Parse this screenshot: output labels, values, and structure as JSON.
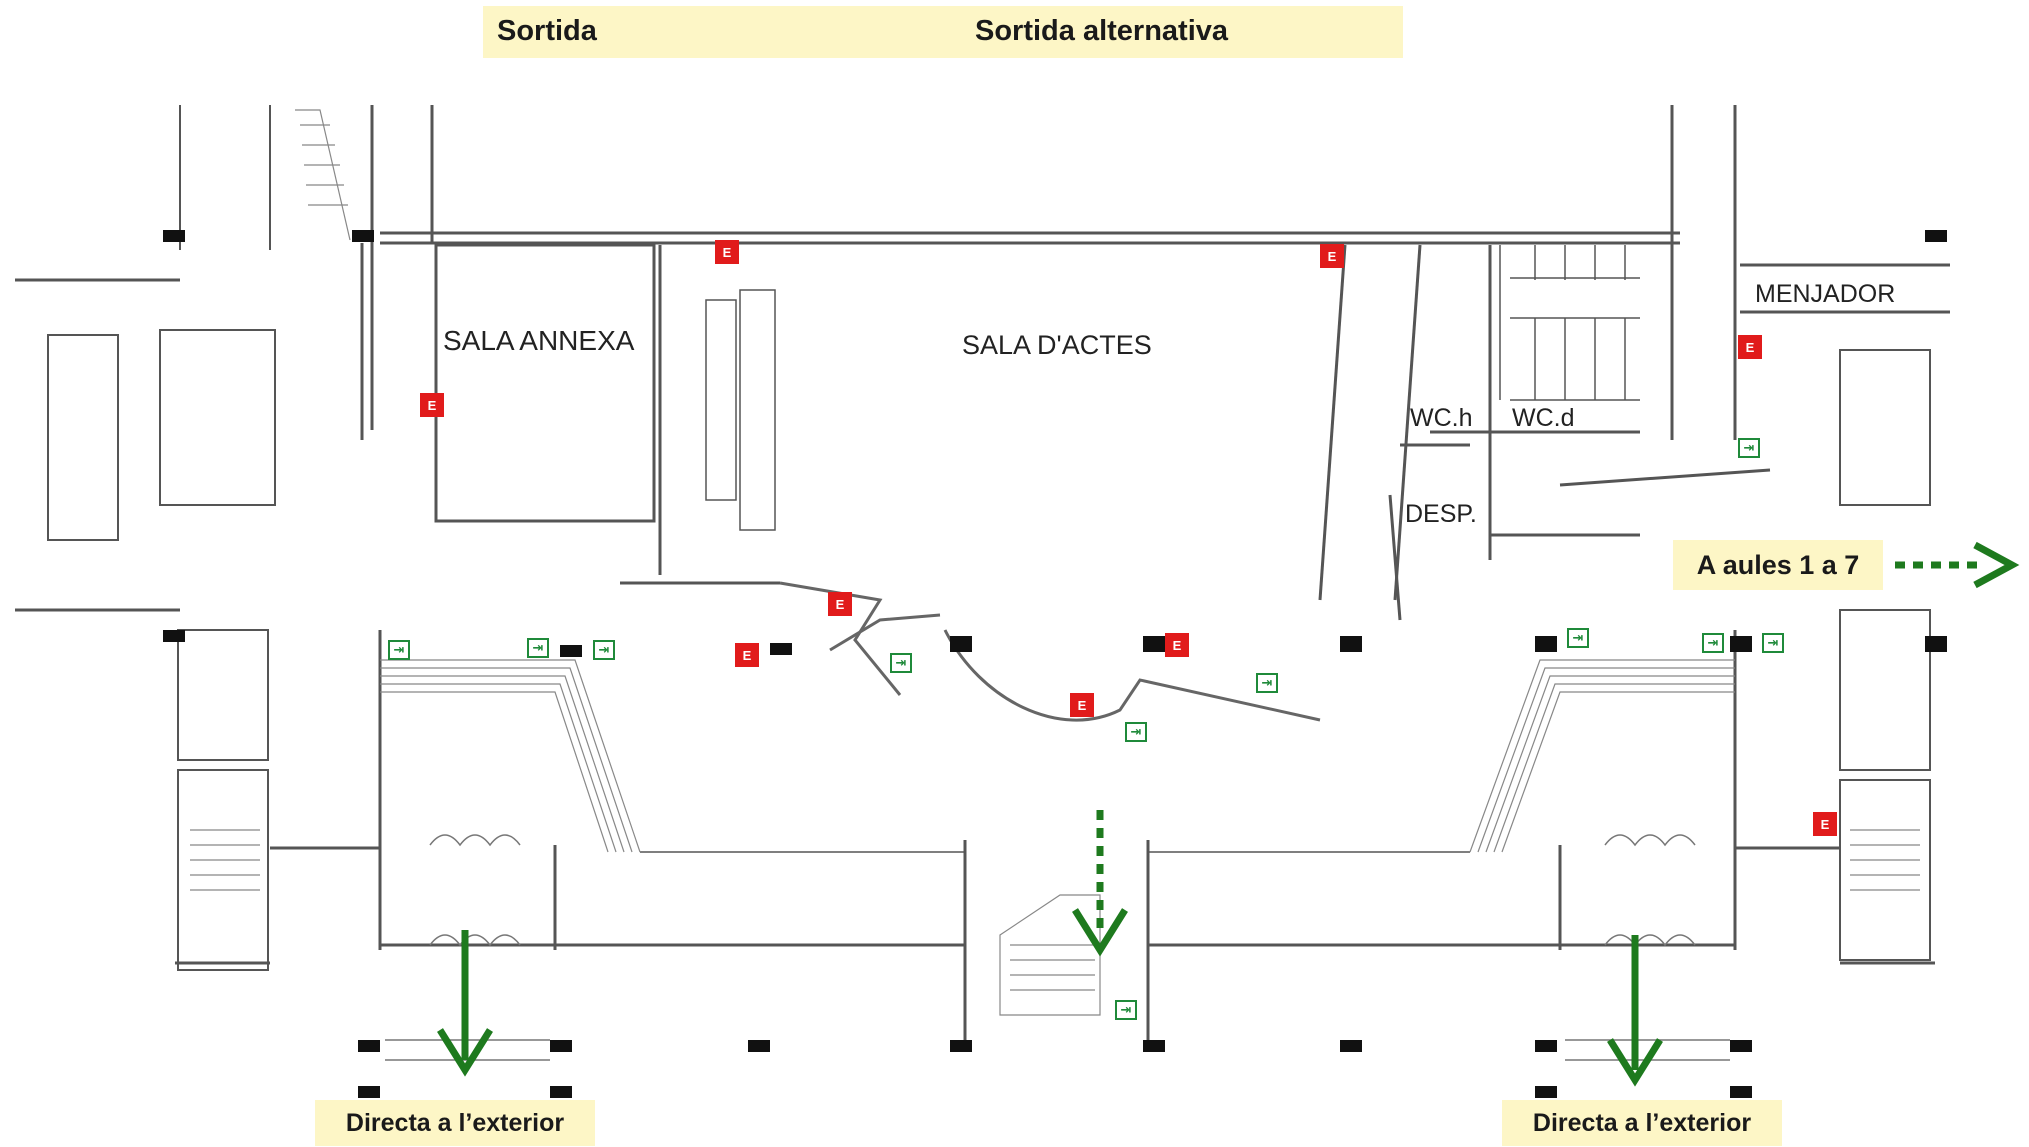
{
  "legend": {
    "exit_label": "Sortida",
    "alt_exit_label": "Sortida alternativa",
    "background_color": "#fdf6c6",
    "arrow_color": "#1e7a1e"
  },
  "rooms": {
    "sala_annexa": "SALA ANNEXA",
    "sala_actes": "SALA D'ACTES",
    "menjador": "MENJADOR",
    "wc_h": "WC.h",
    "wc_d": "WC.d",
    "desp": "DESP."
  },
  "callouts": {
    "aules": "A aules 1 a 7",
    "exterior_left": "Directa a l’exterior",
    "exterior_right": "Directa a l’exterior"
  },
  "symbols": {
    "extinguisher_letter": "E",
    "extinguisher_color": "#e11b1b",
    "exit_sign_color": "#1f8a3a",
    "exit_sign_icon": "running-man-icon"
  }
}
